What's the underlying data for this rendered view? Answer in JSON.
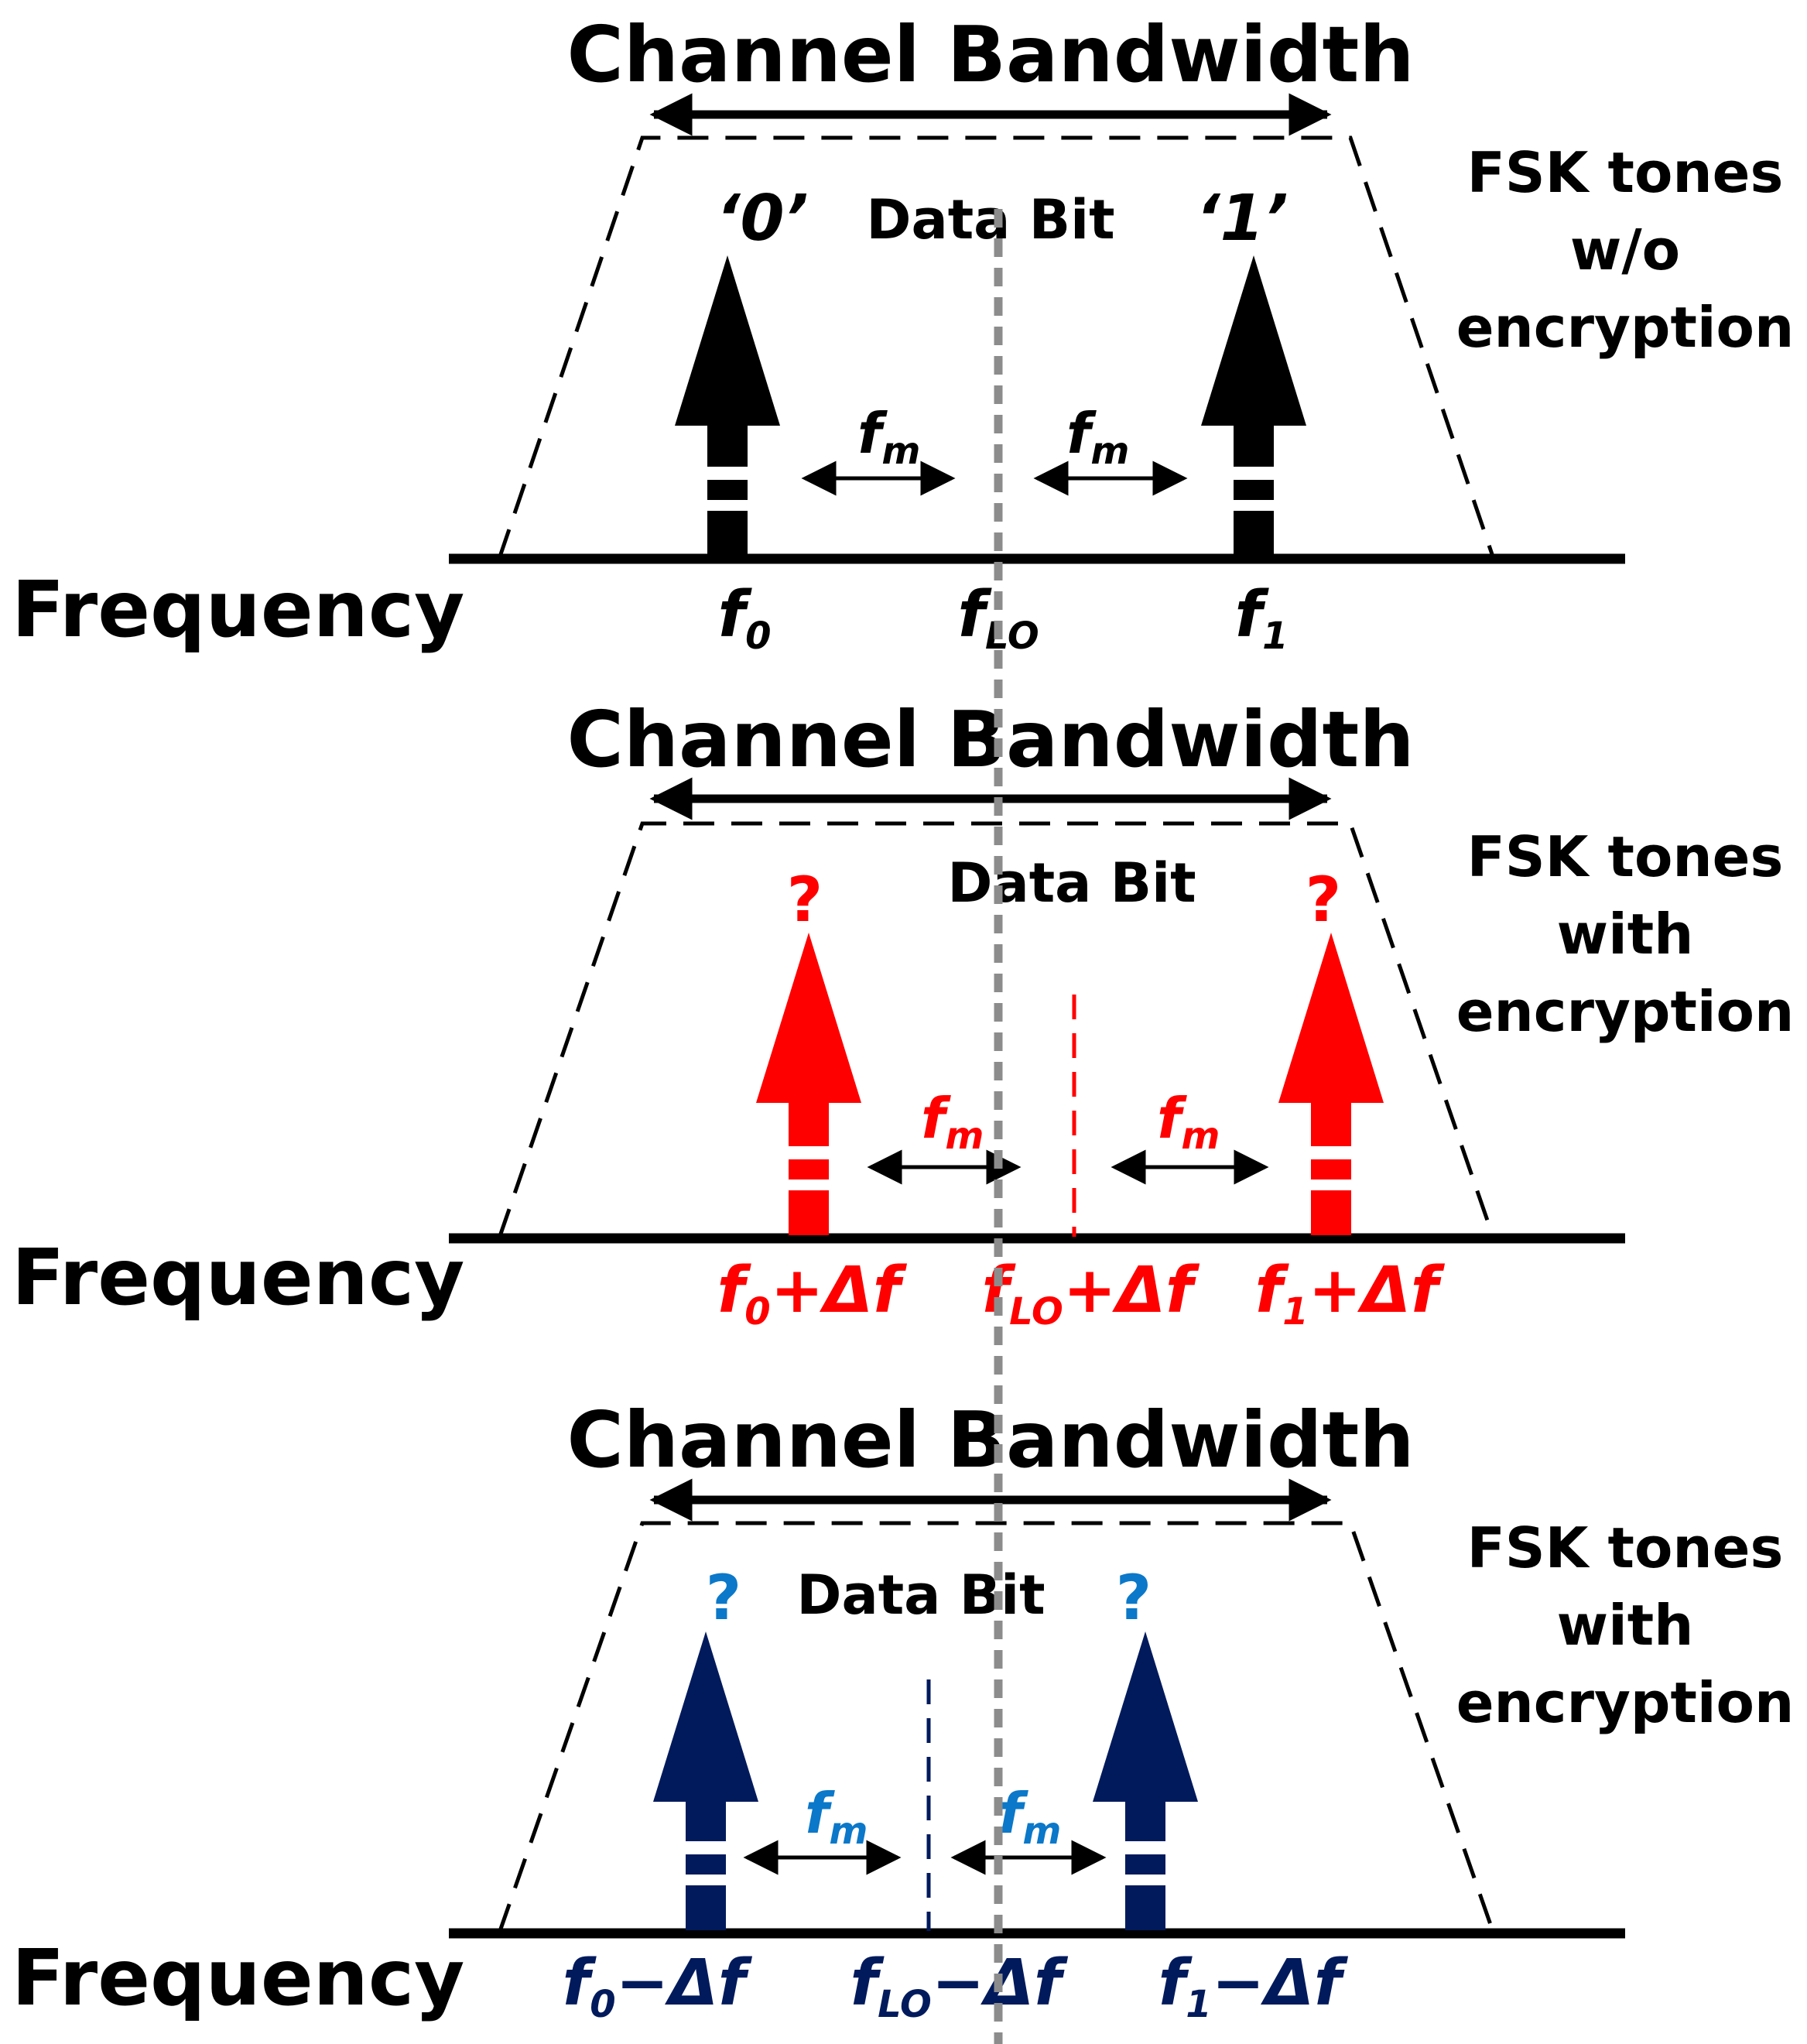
{
  "labels": {
    "channel_bandwidth": "Channel Bandwidth",
    "frequency": "Frequency",
    "data_bit": "Data Bit",
    "f": "f",
    "m": "m"
  },
  "panels": [
    {
      "id": "no-encryption",
      "side_label": [
        "FSK tones",
        "w/o",
        "encryption"
      ],
      "bit0": "‘0’",
      "bit1": "‘1’",
      "ticks": [
        {
          "sub": "0",
          "suffix": ""
        },
        {
          "sub": "LO",
          "suffix": ""
        },
        {
          "sub": "1",
          "suffix": ""
        }
      ],
      "color": "#000000",
      "label_color": "#000000"
    },
    {
      "id": "encryption-plus",
      "side_label": [
        "FSK tones",
        "with",
        "encryption"
      ],
      "question": "?",
      "ticks": [
        {
          "sub": "0",
          "suffix": "+Δf"
        },
        {
          "sub": "LO",
          "suffix": "+Δf"
        },
        {
          "sub": "1",
          "suffix": "+Δf"
        }
      ],
      "color": "#ff0000",
      "label_color": "#ff0000"
    },
    {
      "id": "encryption-minus",
      "side_label": [
        "FSK tones",
        "with",
        "encryption"
      ],
      "question": "?",
      "ticks": [
        {
          "sub": "0",
          "suffix": "−Δf"
        },
        {
          "sub": "LO",
          "suffix": "−Δf"
        },
        {
          "sub": "1",
          "suffix": "−Δf"
        }
      ],
      "color": "#001a5c",
      "label_color": "#0b78c9"
    }
  ]
}
